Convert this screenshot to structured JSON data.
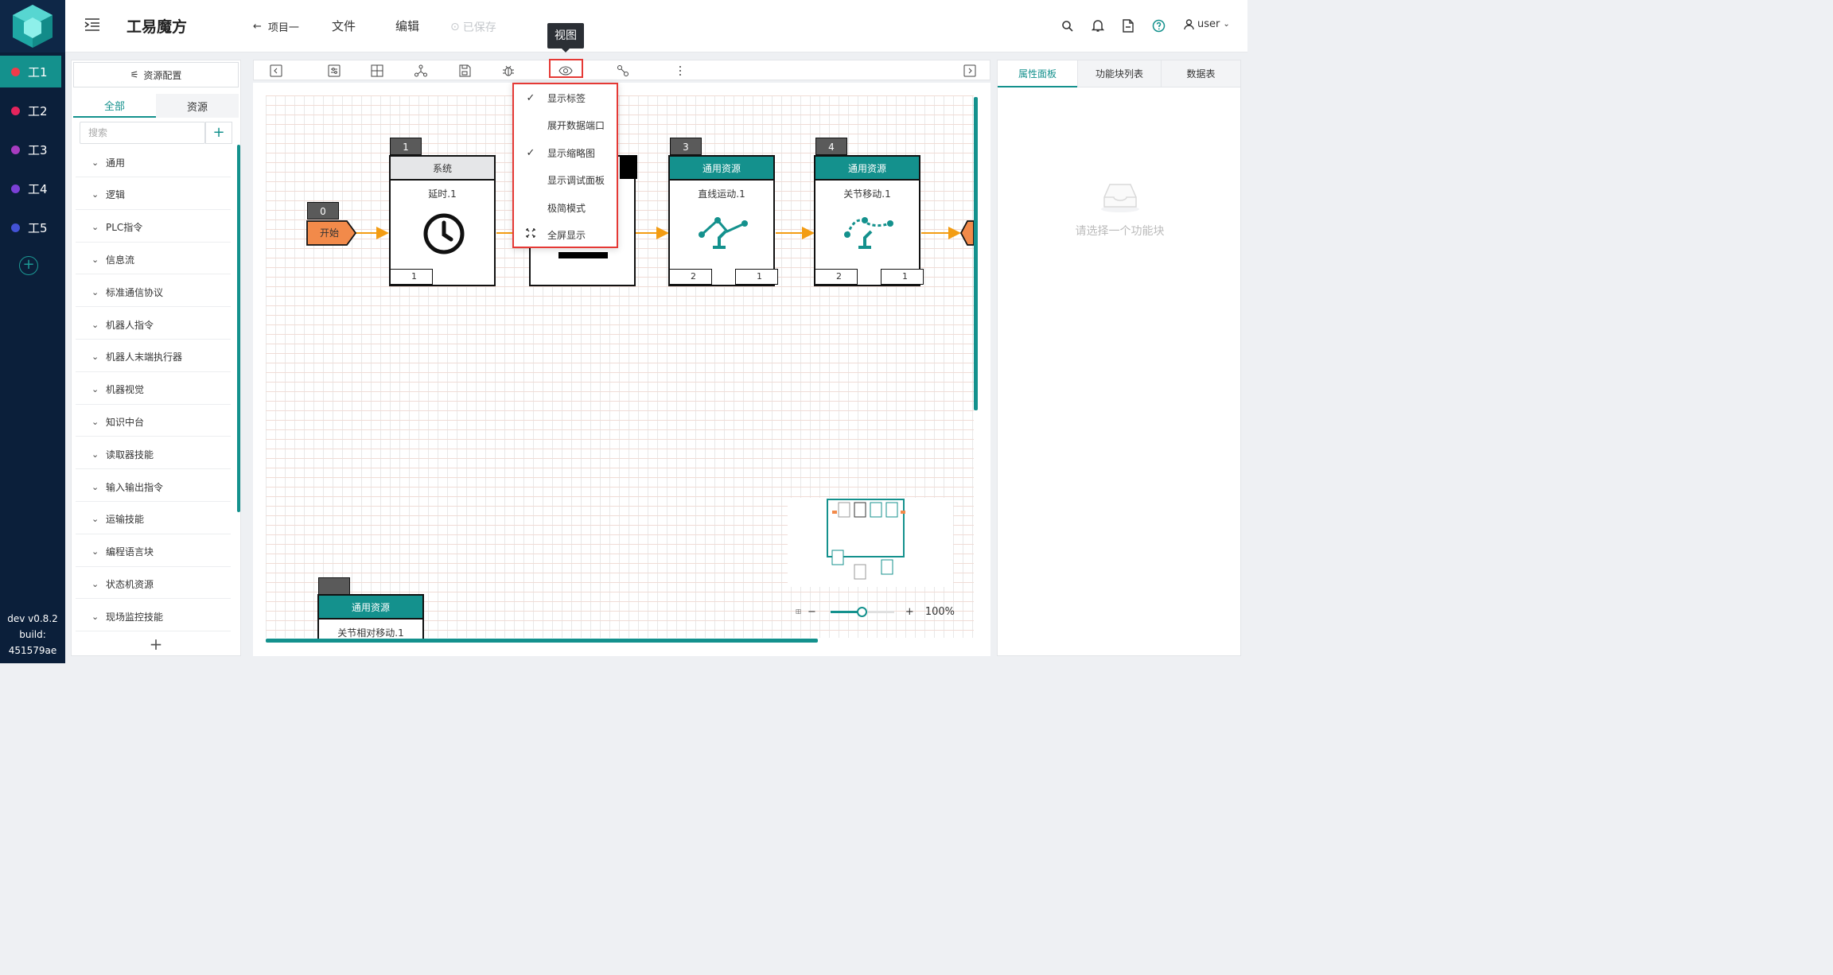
{
  "app": {
    "title": "工易魔方",
    "version_line1": "dev v0.8.2",
    "version_line2": "build:",
    "version_line3": "451579ae"
  },
  "rail": {
    "items": [
      {
        "label": "工1",
        "color": "#ef3b4a",
        "active": true
      },
      {
        "label": "工2",
        "color": "#e4245c",
        "active": false
      },
      {
        "label": "工3",
        "color": "#a73cc0",
        "active": false
      },
      {
        "label": "工4",
        "color": "#7b40d6",
        "active": false
      },
      {
        "label": "工5",
        "color": "#4352d6",
        "active": false
      }
    ]
  },
  "header": {
    "back_label": "项目一",
    "menu_file": "文件",
    "menu_edit": "编辑",
    "saved_label": "已保存",
    "user_label": "user"
  },
  "left_panel": {
    "config_label": "资源配置",
    "tabs": [
      "全部",
      "资源"
    ],
    "search_placeholder": "搜索",
    "categories": [
      "通用",
      "逻辑",
      "PLC指令",
      "信息流",
      "标准通信协议",
      "机器人指令",
      "机器人末端执行器",
      "机器视觉",
      "知识中台",
      "读取器技能",
      "输入输出指令",
      "运输技能",
      "编程语言块",
      "状态机资源",
      "现场监控技能"
    ]
  },
  "tooltip": {
    "label": "视图"
  },
  "view_menu": {
    "items": [
      {
        "label": "显示标签",
        "checked": true,
        "icon": "check-icon"
      },
      {
        "label": "展开数据端口",
        "checked": false,
        "icon": ""
      },
      {
        "label": "显示缩略图",
        "checked": true,
        "icon": "check-icon"
      },
      {
        "label": "显示调试面板",
        "checked": false,
        "icon": ""
      },
      {
        "label": "极简模式",
        "checked": false,
        "icon": ""
      },
      {
        "label": "全屏显示",
        "checked": false,
        "icon": "fullscreen-icon"
      }
    ]
  },
  "blocks": {
    "start": {
      "tag": "0",
      "label": "开始"
    },
    "b1": {
      "tag": "1",
      "header": "系统",
      "name": "延时.1",
      "in_port": "1"
    },
    "b3": {
      "tag": "3",
      "header": "通用资源",
      "name": "直线运动.1",
      "in_port": "2",
      "out_port": "1"
    },
    "b4": {
      "tag": "4",
      "header": "通用资源",
      "name": "关节移动.1",
      "in_port": "2",
      "out_port": "1"
    },
    "b5": {
      "header": "通用资源",
      "name": "关节相对移动.1"
    }
  },
  "right_panel": {
    "tabs": [
      "属性面板",
      "功能块列表",
      "数据表"
    ],
    "empty_text": "请选择一个功能块"
  },
  "zoom": {
    "minus": "−",
    "plus": "+",
    "percent": "100%",
    "level": 0.5
  },
  "colors": {
    "accent": "#14918d",
    "orange": "#f28a4a",
    "highlight": "#e53935"
  }
}
